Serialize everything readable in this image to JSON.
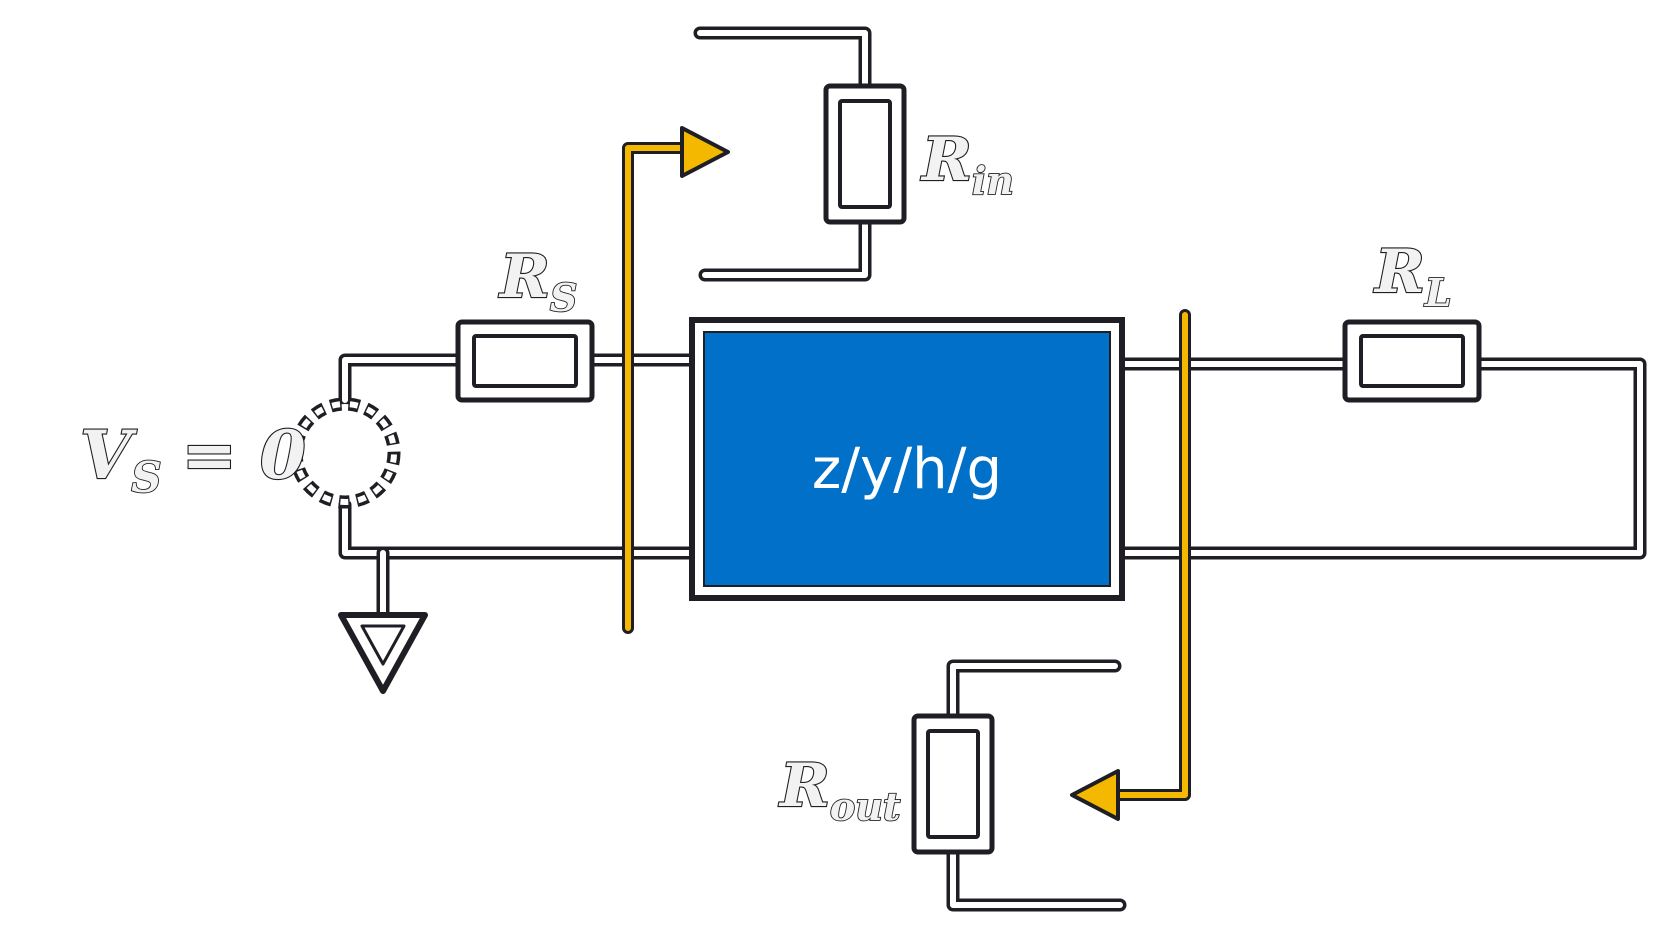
{
  "diagram": {
    "source_label": "V",
    "source_sub": "S",
    "source_value": "= 0",
    "rs_label": "R",
    "rs_sub": "S",
    "rin_label": "R",
    "rin_sub": "in",
    "rl_label": "R",
    "rl_sub": "L",
    "rout_label": "R",
    "rout_sub": "out",
    "block_text": "z/y/h/g"
  },
  "colors": {
    "block_fill": "#0070c8",
    "probe": "#f5b800",
    "wire": "#1e1e24"
  }
}
